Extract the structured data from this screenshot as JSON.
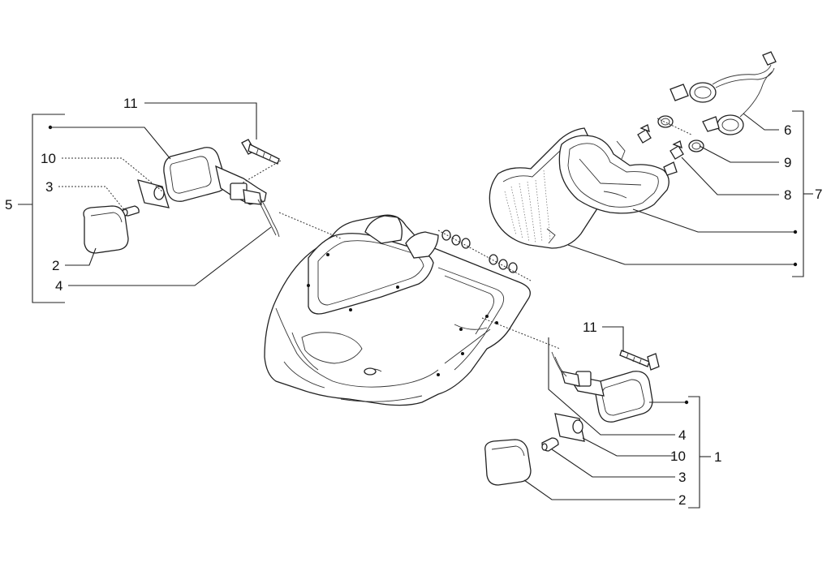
{
  "labels": {
    "left": {
      "l11": "11",
      "l10": "10",
      "l3": "3",
      "l2": "2",
      "l4": "4",
      "l5": "5"
    },
    "right_top": {
      "l6": "6",
      "l9": "9",
      "l8": "8",
      "l7": "7"
    },
    "right_bottom": {
      "l11": "11",
      "l4": "4",
      "l10": "10",
      "l3": "3",
      "l2": "2",
      "l1": "1"
    }
  }
}
